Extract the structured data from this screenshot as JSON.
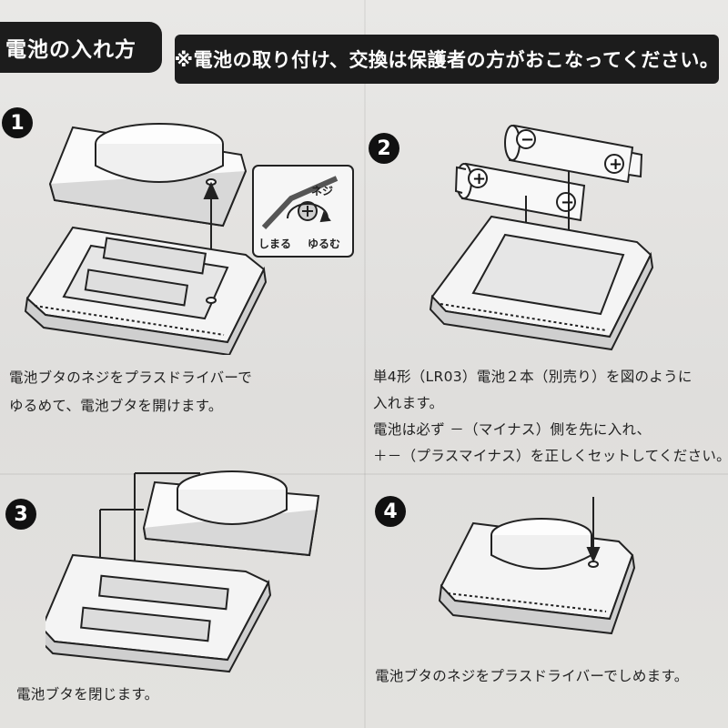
{
  "header": {
    "title": "電池の入れ方",
    "notice": "※電池の取り付け、交換は保護者の方がおこなってください。"
  },
  "steps": [
    {
      "number": "1",
      "lines": [
        "電池ブタのネジをプラスドライバーで",
        "ゆるめて、電池ブタを開けます。"
      ],
      "callout": {
        "screw": "ネジ",
        "tighten": "しまる",
        "loosen": "ゆるむ"
      }
    },
    {
      "number": "2",
      "lines": [
        "単4形（LR03）電池２本（別売り）を図のように",
        "入れます。",
        "電池は必ず －（マイナス）側を先に入れ、",
        "＋－（プラスマイナス）を正しくセットしてください。"
      ],
      "battery_signs": {
        "plus": "+",
        "minus": "−"
      }
    },
    {
      "number": "3",
      "lines": [
        "電池ブタを閉じます。"
      ]
    },
    {
      "number": "4",
      "lines": [
        "電池ブタのネジをプラスドライバーでしめます。"
      ]
    }
  ]
}
